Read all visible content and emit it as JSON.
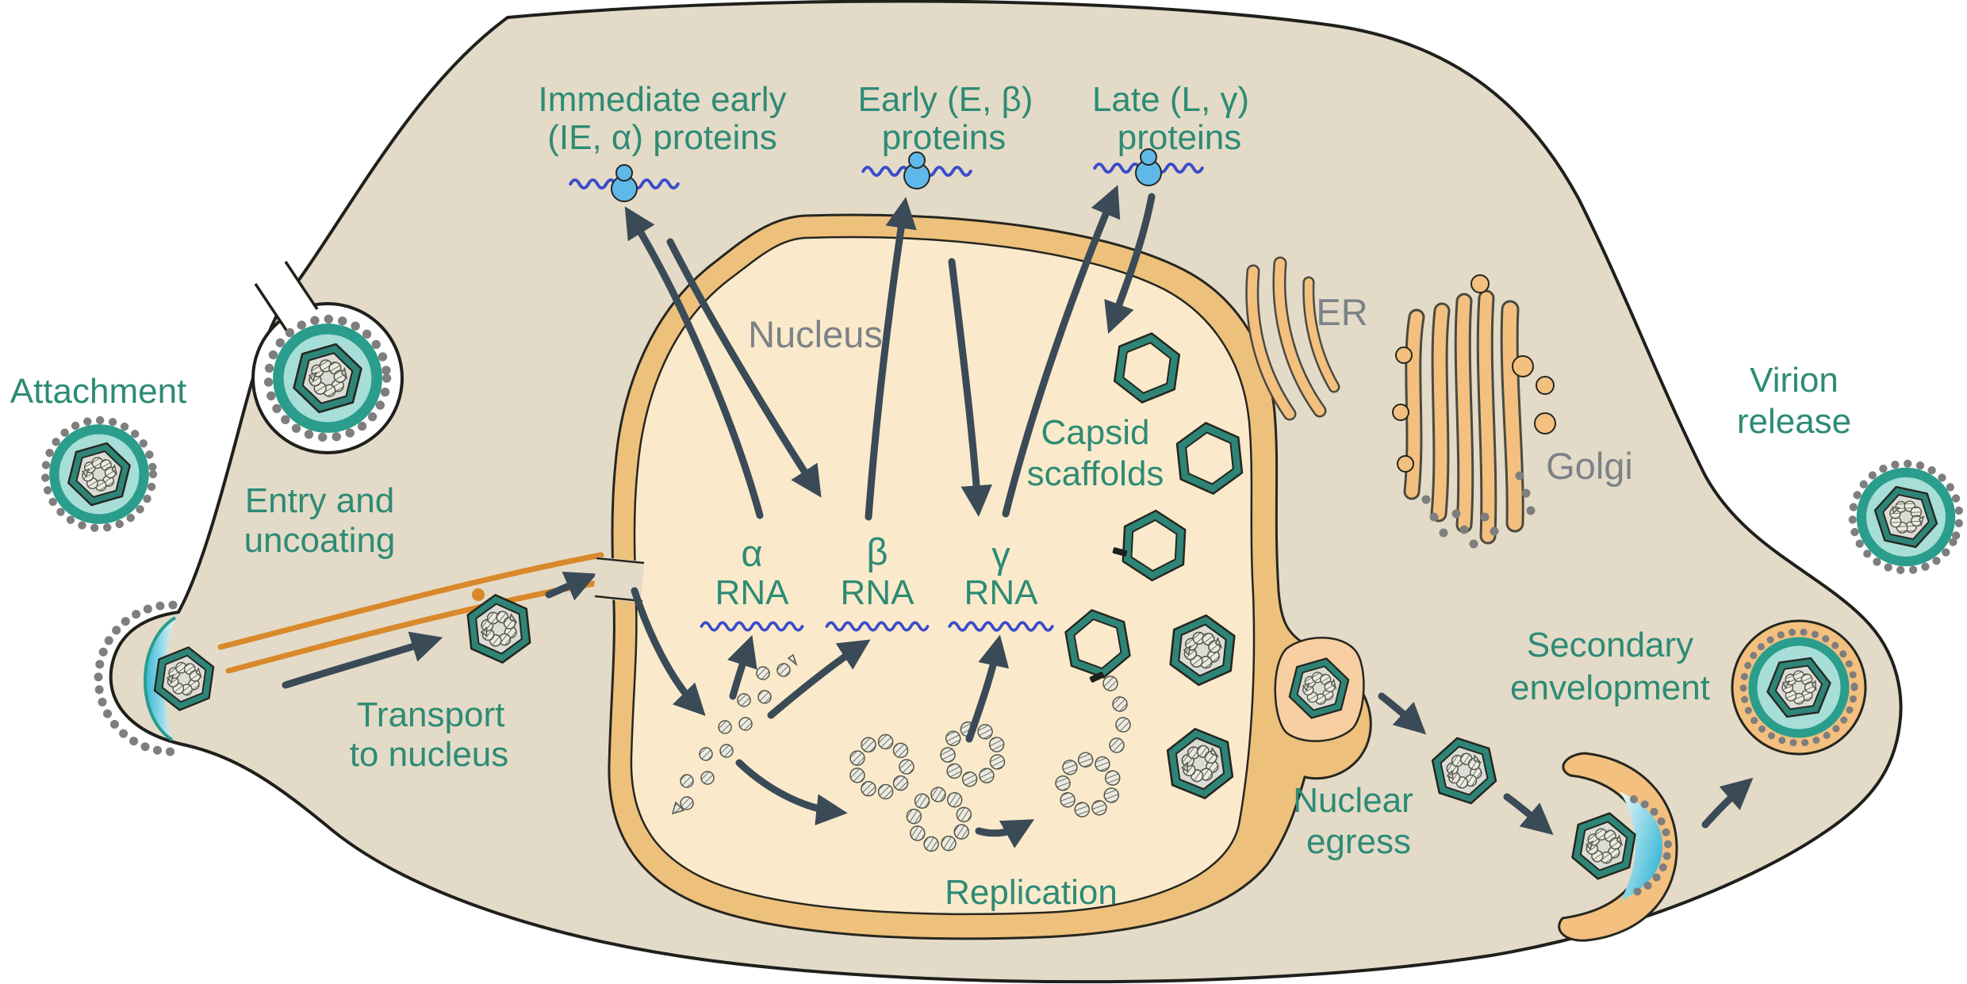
{
  "labels": {
    "attachment": "Attachment",
    "entry1": "Entry and",
    "entry2": "uncoating",
    "transport1": "Transport",
    "transport2": "to nucleus",
    "ie1": "Immediate early",
    "ie2": "(IE, α) proteins",
    "early1": "Early (E, β)",
    "early2": "proteins",
    "late1": "Late (L, γ)",
    "late2": "proteins",
    "nucleus": "Nucleus",
    "alpha": "α",
    "beta": "β",
    "gamma": "γ",
    "rna": "RNA",
    "capsid1": "Capsid",
    "capsid2": "scaffolds",
    "replication": "Replication",
    "er": "ER",
    "golgi": "Golgi",
    "egress1": "Nuclear",
    "egress2": "egress",
    "secondary1": "Secondary",
    "secondary2": "envelopment",
    "release1": "Virion",
    "release2": "release"
  },
  "colors": {
    "teal_text": "#2E8B75",
    "gray_text": "#7C8286",
    "arrow": "#3A4A57",
    "outline": "#1F1F1C",
    "cytoplasm": "#E3DBC8",
    "nuclear_membrane": "#EDC07C",
    "nucleoplasm": "#FAEACB",
    "organelle": "#F3C07F",
    "vesicle_peach": "#F8CFA2",
    "virion_teal": "#2A9D8C",
    "tegument": "#A7DED7",
    "capsid_teal": "#2E8577",
    "capsid_fill": "#DCDCD6",
    "spike_gray": "#7E7E7E",
    "ribosome_blue": "#5FB8EA",
    "rna_blue": "#3B4CC8",
    "microtubule": "#D9882A",
    "fusion_blue": "#35B6D6"
  }
}
